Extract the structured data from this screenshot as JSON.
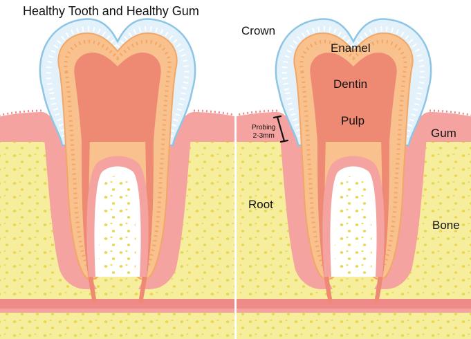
{
  "title": "Healthy Tooth and Healthy Gum",
  "labels": {
    "crown": "Crown",
    "enamel": "Enamel",
    "dentin": "Dentin",
    "pulp": "Pulp",
    "gum": "Gum",
    "root": "Root",
    "bone": "Bone",
    "probing_line1": "Probing",
    "probing_line2": "2-3mm"
  },
  "icons": {
    "probing-marker": "I-beam bracket",
    "bone-dots": "dot texture"
  },
  "colors": {
    "enamel": "#e3f1fb",
    "enamel_outline": "#8ec5e4",
    "dentin": "#f8c18e",
    "dentin_dark": "#f2a766",
    "pulp": "#ee8a73",
    "gum": "#f4a3a0",
    "gum_dark": "#ee8a87",
    "bone": "#f6ee9c",
    "bone_dot": "#e8d652",
    "divider": "#ffffff"
  }
}
